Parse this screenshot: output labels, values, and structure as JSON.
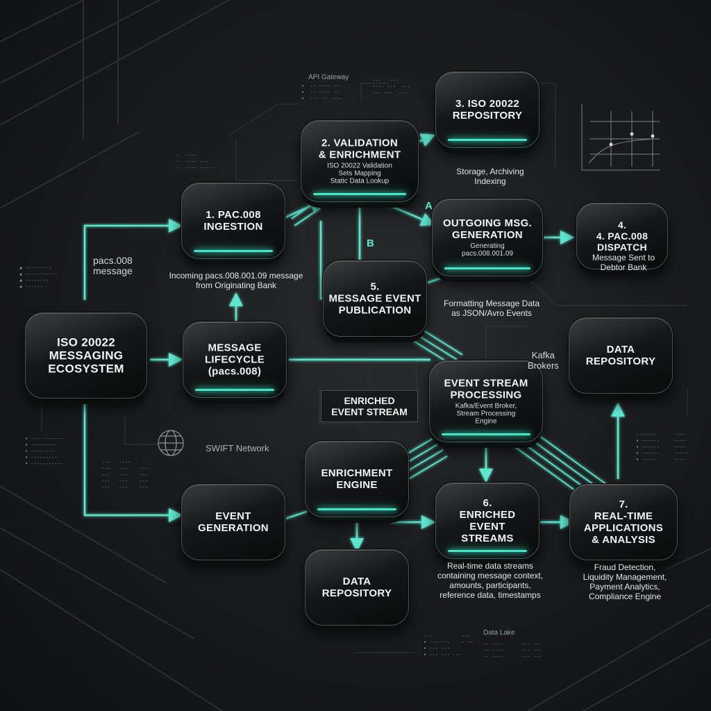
{
  "nodes": {
    "ingestion": "1. PAC.008\nINGESTION",
    "validation_title": "2. VALIDATION\n& ENRICHMENT",
    "validation_sub": "ISO 20022 Validation\nSets Mapping\nStatic Data Lookup",
    "repository3": "3. ISO 20022\nREPOSITORY",
    "outgoing_title": "OUTGOING MSG.\nGENERATION",
    "outgoing_sub": "Generating\npacs.008.001.09",
    "dispatch": "4.\n4. PAC.008\nDISPATCH",
    "publication": "5.\nMESSAGE EVENT\nPUBLICATION",
    "ecosystem": "ISO 20022\nMESSAGING\nECOSYSTEM",
    "lifecycle": "MESSAGE\nLIFECYCLE\n(pacs.008)",
    "data_repository_right": "DATA\nREPOSITORY",
    "stream_title": "EVENT STREAM\nPROCESSING",
    "stream_sub": "Kafka/Event Broker,\nStream Processing\nEngine",
    "enrichment_engine": "ENRICHMENT\nENGINE",
    "event_generation": "EVENT\nGENERATION",
    "enriched_streams": "6.\nENRICHED\nEVENT\nSTREAMS",
    "realtime": "7.\nREAL-TIME\nAPPLICATIONS\n& ANALYSIS",
    "data_repository_bottom": "DATA\nREPOSITORY"
  },
  "captions": {
    "pacs_message": "pacs.008\nmessage",
    "incoming": "Incoming pacs.008.001.09 message\nfrom Originating Bank",
    "storage": "Storage, Archiving\nIndexing",
    "sent": "Message Sent to\nDebtor Bank",
    "formatting": "Formatting Message Data\nas JSON/Avro Events",
    "kafka": "Kafka\nBrokers",
    "swift": "SWIFT Network",
    "enriched_event_stream": "ENRICHED\nEVENT STREAM",
    "realtime_streams": "Real-time data streams\ncontaining message context,\namounts, participants,\nreference data, timestamps",
    "apps": "Fraud Detection,\nLiquidity Management,\nPayment Analytics,\nCompliance Engine",
    "api_gateway": "API Gateway",
    "data_lake": "Data Lake",
    "branch_a": "A",
    "branch_b": "B"
  },
  "colors": {
    "accent": "#46e6c8",
    "line": "#5fe6cf"
  }
}
